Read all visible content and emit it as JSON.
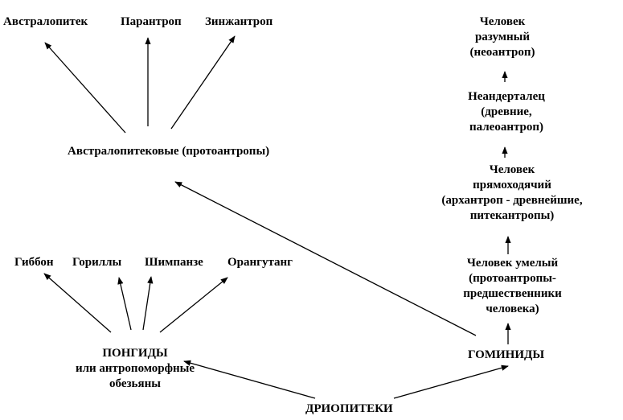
{
  "top_left": {
    "australopithecus": "Австралопитек",
    "paranthropus": "Парантроп",
    "zinjanthropus": "Зинжантроп",
    "australopithecines": "Австралопитековые (протоантропы)"
  },
  "apes": {
    "gibbon": "Гиббон",
    "gorillas": "Гориллы",
    "chimpanzee": "Шимпанзе",
    "orangutan": "Орангутанг"
  },
  "pongids": {
    "title": "ПОНГИДЫ",
    "subtitle_line1": "или антропоморфные",
    "subtitle_line2": "обезьяны"
  },
  "hominids": {
    "title": "ГОМИНИДЫ"
  },
  "dryopithecus": {
    "title": "ДРИОПИТЕКИ"
  },
  "human_line": {
    "sapiens": [
      "Человек",
      "разумный",
      "(неоантроп)"
    ],
    "neanderthal": [
      "Неандерталец",
      "(древние,",
      "палеоантроп)"
    ],
    "erectus": [
      "Человек",
      "прямоходячий",
      "(архантроп - древнейшие,",
      "питекантропы)"
    ],
    "habilis": [
      "Человек умелый",
      "(протоантропы-",
      "предшественники",
      "человека)"
    ]
  }
}
